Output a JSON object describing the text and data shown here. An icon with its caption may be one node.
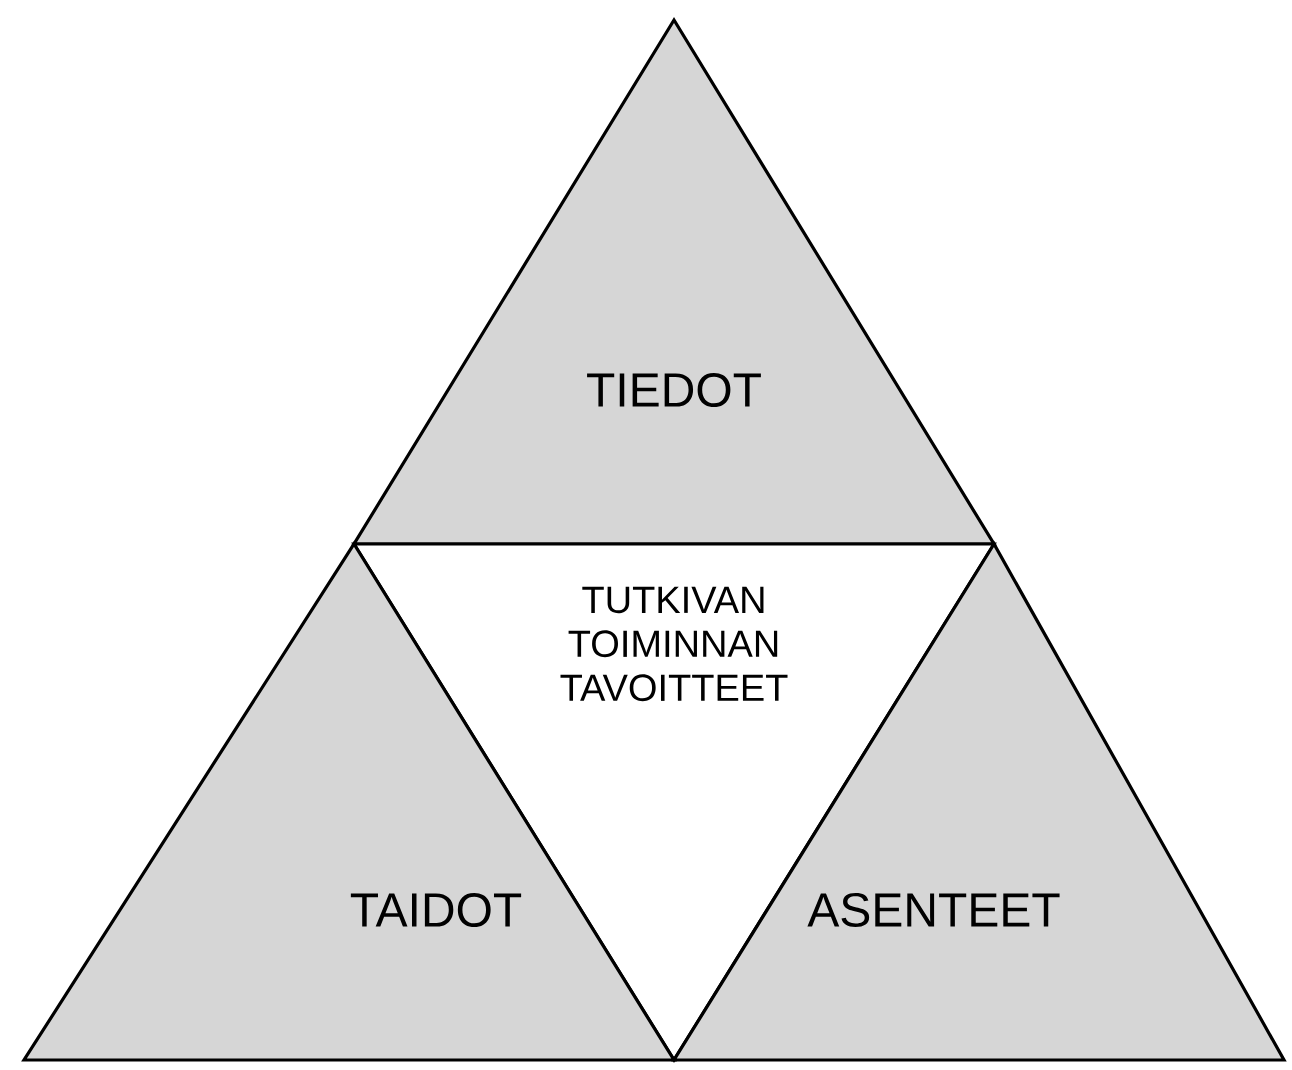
{
  "diagram": {
    "nodes": [
      {
        "text": [
          "TIEDOT"
        ]
      },
      {
        "text": [
          "TUTKIVAN TOIMINNAN TAVOITTEET"
        ]
      },
      {
        "text": [
          "TAIDOT"
        ]
      },
      {
        "text": [
          "ASENTEET"
        ]
      }
    ]
  }
}
